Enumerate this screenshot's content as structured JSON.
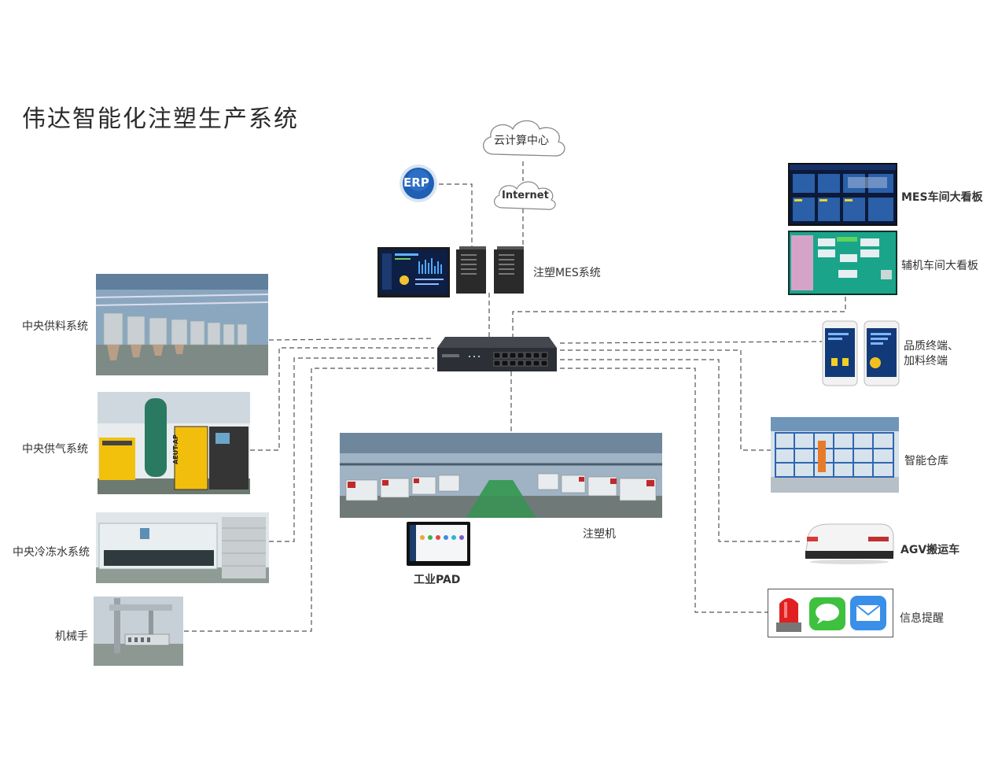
{
  "title": "伟达智能化注塑生产系统",
  "cloud": {
    "label": "云计算中心"
  },
  "internet": {
    "label": "Internet"
  },
  "erp": {
    "label": "ERP"
  },
  "mes_system": {
    "label": "注塑MES系统"
  },
  "left_nodes": [
    {
      "label": "中央供料系统"
    },
    {
      "label": "中央供气系统"
    },
    {
      "label": "中央冷冻水系统"
    },
    {
      "label": "机械手"
    }
  ],
  "center": {
    "machine_label": "注塑机",
    "pad_label": "工业PAD",
    "compressor_text": "AEUT-AP"
  },
  "right_nodes": [
    {
      "label": "MES车间大看板"
    },
    {
      "label": "辅机车间大看板"
    },
    {
      "label_line1": "品质终端、",
      "label_line2": "加料终端"
    },
    {
      "label": "智能仓库"
    },
    {
      "label": "AGV搬运车"
    },
    {
      "label": "信息提醒"
    }
  ],
  "colors": {
    "line": "#555555",
    "dashboard_dark": "#0b1a3a",
    "dashboard_green": "#1aa58a",
    "switch_body": "#2c2f36",
    "erp_blue": "#1f5fb4",
    "alarm_red": "#e02020",
    "msg_green": "#3ec13e",
    "mail_blue": "#3a8fe8"
  }
}
